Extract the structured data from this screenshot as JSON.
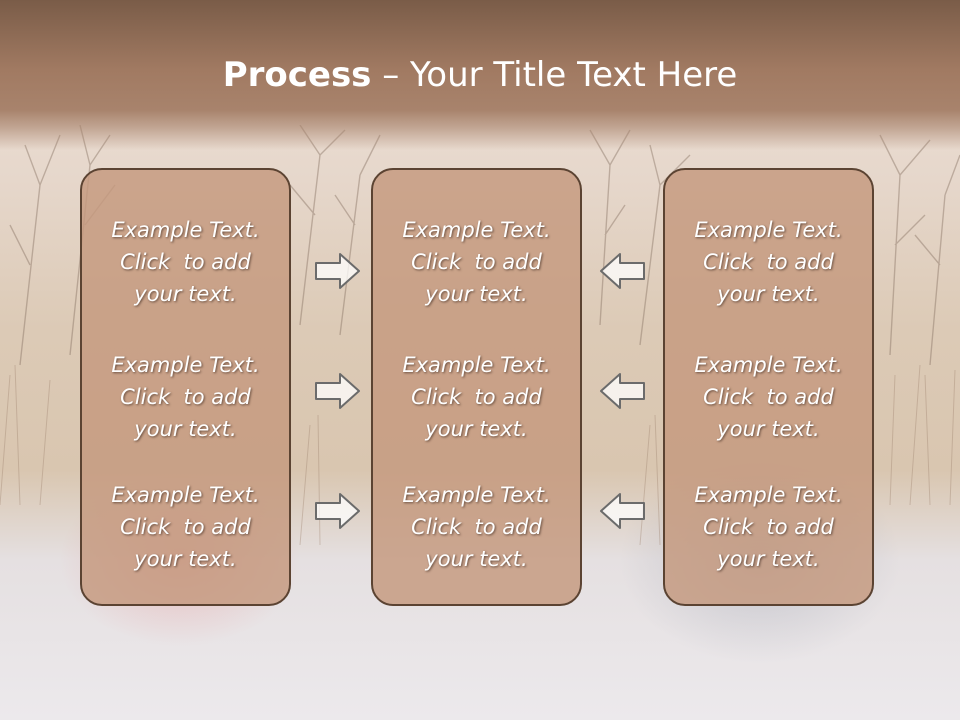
{
  "title": {
    "bold": "Process",
    "rest": " – Your Title Text Here"
  },
  "columns": [
    {
      "items": [
        {
          "l1": "Example Text.",
          "l2": "Click  to add",
          "l3": "your text."
        },
        {
          "l1": "Example Text.",
          "l2": "Click  to add",
          "l3": "your text."
        },
        {
          "l1": "Example Text.",
          "l2": "Click  to add",
          "l3": "your text."
        }
      ]
    },
    {
      "items": [
        {
          "l1": "Example Text.",
          "l2": "Click  to add",
          "l3": "your text."
        },
        {
          "l1": "Example Text.",
          "l2": "Click  to add",
          "l3": "your text."
        },
        {
          "l1": "Example Text.",
          "l2": "Click  to add",
          "l3": "your text."
        }
      ]
    },
    {
      "items": [
        {
          "l1": "Example Text.",
          "l2": "Click  to add",
          "l3": "your text."
        },
        {
          "l1": "Example Text.",
          "l2": "Click  to add",
          "l3": "your text."
        },
        {
          "l1": "Example Text.",
          "l2": "Click  to add",
          "l3": "your text."
        }
      ]
    }
  ],
  "arrows": {
    "left_group": "right-arrow-icon",
    "right_group": "left-arrow-icon"
  },
  "colors": {
    "header": "#a17a62",
    "box_fill": "#c4997e",
    "box_border": "#5b4332",
    "text": "#ffffff"
  }
}
